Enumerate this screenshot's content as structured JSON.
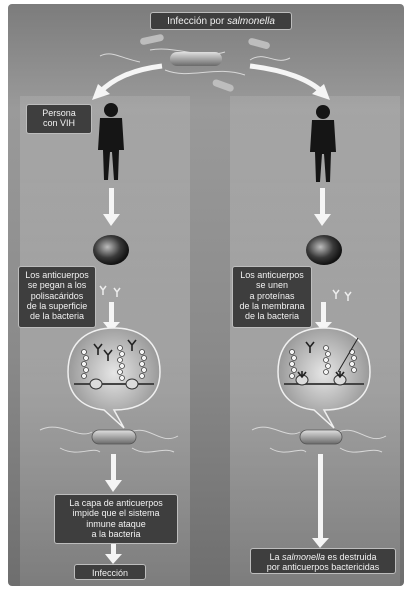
{
  "title": {
    "prefix": "Infección por ",
    "italic": "salmonella"
  },
  "left": {
    "person_label": [
      "Persona",
      "con VIH"
    ],
    "antibody_label": [
      "Los anticuerpos",
      "se pegan a los",
      "polisacáridos",
      "de la superficie",
      "de la bacteria"
    ],
    "outcome_label": [
      "La capa de anticuerpos",
      "impide que el sistema",
      "inmune ataque",
      "a la bacteria"
    ],
    "final_label": "Infección"
  },
  "right": {
    "antibody_label": [
      "Los anticuerpos",
      "se unen",
      "a proteínas",
      "de la membrana",
      "de la bacteria"
    ],
    "final_label": {
      "prefix": "La ",
      "italic": "salmonella",
      "rest_line1": " es destruida",
      "line2": "por anticuerpos bactericidas"
    }
  }
}
